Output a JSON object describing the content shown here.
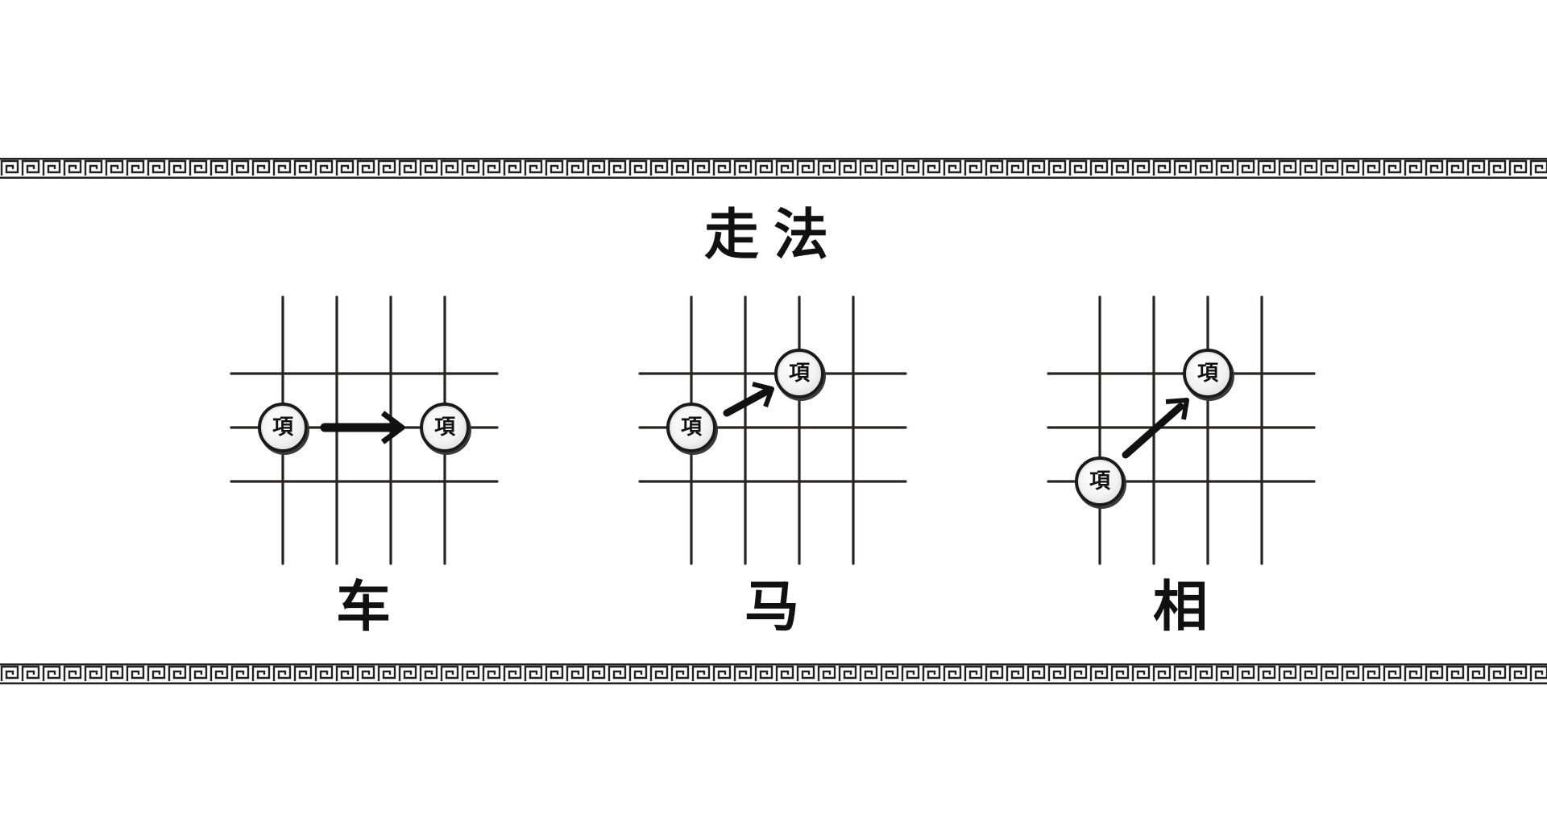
{
  "title": "走法",
  "piece_glyph": "項",
  "moves": [
    {
      "name": "车",
      "direction": "horizontal"
    },
    {
      "name": "马",
      "direction": "knight"
    },
    {
      "name": "相",
      "direction": "diagonal"
    }
  ]
}
